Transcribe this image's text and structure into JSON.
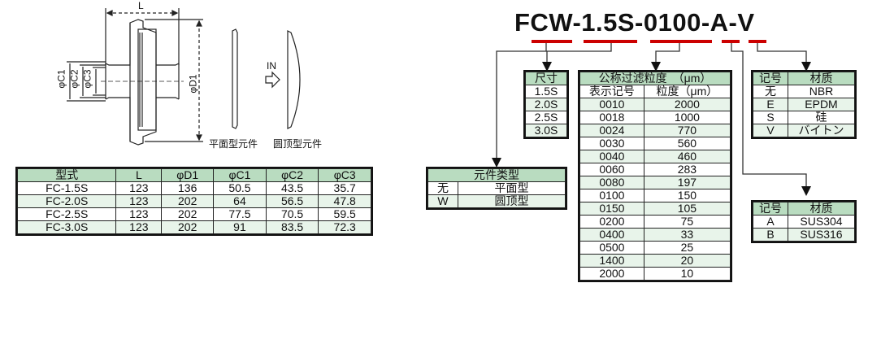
{
  "drawing": {
    "dim_L": "L",
    "dim_C1": "φC1",
    "dim_C2": "φC2",
    "dim_C3": "φC3",
    "dim_D1": "φD1",
    "flow_label": "IN",
    "flat_element_label": "平面型元件",
    "dome_element_label": "圆顶型元件"
  },
  "dimension_table": {
    "headers": [
      "型式",
      "L",
      "φD1",
      "φC1",
      "φC2",
      "φC3"
    ],
    "rows": [
      [
        "FC-1.5S",
        "123",
        "136",
        "50.5",
        "43.5",
        "35.7"
      ],
      [
        "FC-2.0S",
        "123",
        "202",
        "64",
        "56.5",
        "47.8"
      ],
      [
        "FC-2.5S",
        "123",
        "202",
        "77.5",
        "70.5",
        "59.5"
      ],
      [
        "FC-3.0S",
        "123",
        "202",
        "91",
        "83.5",
        "72.3"
      ]
    ]
  },
  "model_code": {
    "text": "FCW-1.5S-0100-A-V",
    "underline_color": "#cc0000"
  },
  "element_type_table": {
    "title": "元件类型",
    "rows": [
      [
        "无",
        "平面型"
      ],
      [
        "W",
        "圆顶型"
      ]
    ]
  },
  "size_table": {
    "title": "尺寸",
    "rows": [
      "1.5S",
      "2.0S",
      "2.5S",
      "3.0S"
    ]
  },
  "filtration_table": {
    "title": "公称过滤粒度　（μm）",
    "headers": [
      "表示记号",
      "粒度（μm）"
    ],
    "rows": [
      [
        "0010",
        "2000"
      ],
      [
        "0018",
        "1000"
      ],
      [
        "0024",
        "770"
      ],
      [
        "0030",
        "560"
      ],
      [
        "0040",
        "460"
      ],
      [
        "0060",
        "283"
      ],
      [
        "0080",
        "197"
      ],
      [
        "0100",
        "150"
      ],
      [
        "0150",
        "105"
      ],
      [
        "0200",
        "75"
      ],
      [
        "0400",
        "33"
      ],
      [
        "0500",
        "25"
      ],
      [
        "1400",
        "20"
      ],
      [
        "2000",
        "10"
      ]
    ]
  },
  "seal_material_table": {
    "headers": [
      "记号",
      "材质"
    ],
    "rows": [
      [
        "无",
        "NBR"
      ],
      [
        "E",
        "EPDM"
      ],
      [
        "S",
        "硅"
      ],
      [
        "V",
        "バイトン"
      ]
    ]
  },
  "body_material_table": {
    "headers": [
      "记号",
      "材质"
    ],
    "rows": [
      [
        "A",
        "SUS304"
      ],
      [
        "B",
        "SUS316"
      ]
    ]
  },
  "colors": {
    "header_green": "#b9dcc0",
    "row_alt_green": "#e8f4ea",
    "accent_red": "#cc0000"
  }
}
